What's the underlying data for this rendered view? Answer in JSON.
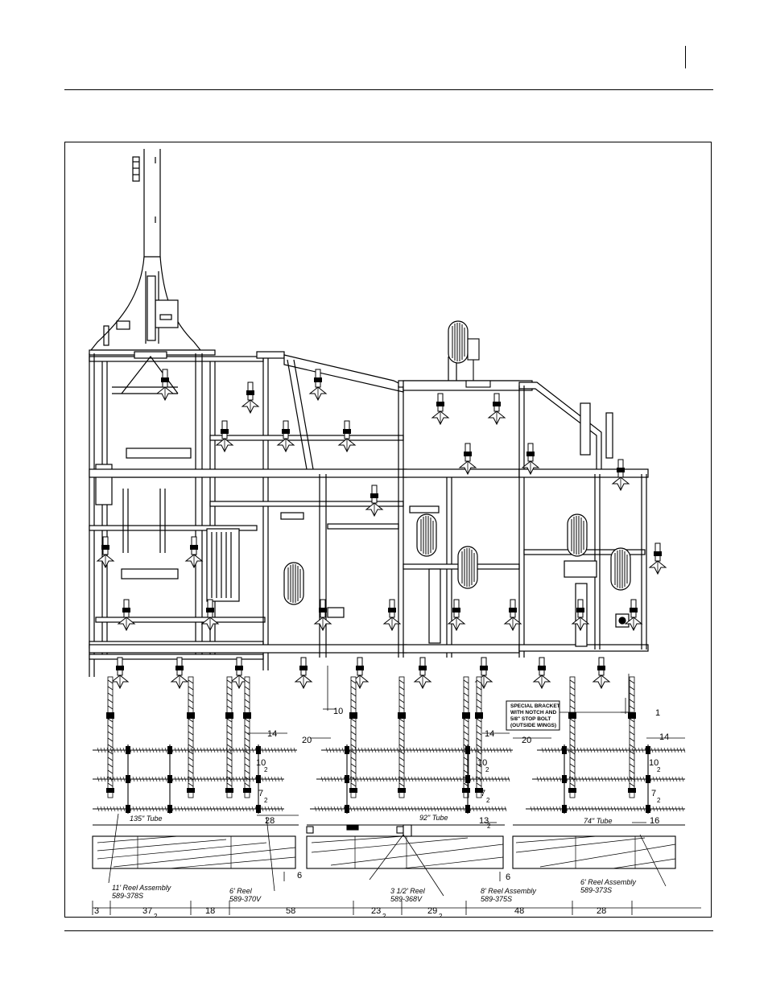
{
  "drawing": {
    "dimensions": {
      "top_left": [
        "14",
        "20",
        "10",
        "2",
        "7",
        "2",
        "28"
      ],
      "callout_10": "10",
      "callout_1": "1",
      "mid": [
        "14",
        "20",
        "10",
        "2",
        "7",
        "2"
      ],
      "right": [
        "14",
        "10",
        "2",
        "7",
        "2"
      ],
      "tube_spacing": [
        "13",
        "2",
        "16",
        "6",
        "6"
      ],
      "bottom": [
        "3",
        "37",
        "2",
        "18",
        "58",
        "23",
        "2",
        "29",
        "2",
        "48",
        "28"
      ],
      "fraction_one": "1"
    },
    "labels": {
      "tube_135": "135\" Tube",
      "tube_92": "92\" Tube",
      "tube_74": "74\" Tube",
      "reel_11": "11' Reel Assembly",
      "reel_11_part": "589-378S",
      "reel_6a": "6' Reel",
      "reel_6a_part": "589-370V",
      "reel_35": "3 1/2' Reel",
      "reel_35_part": "589-368V",
      "reel_8": "8' Reel Assembly",
      "reel_8_part": "589-375S",
      "reel_6b": "6' Reel Assembly",
      "reel_6b_part": "589-373S"
    },
    "bracket_note": [
      "SPECIAL BRACKET",
      "WITH NOTCH AND",
      "5/8\" STOP BOLT",
      "(OUTSIDE WINGS)"
    ]
  }
}
